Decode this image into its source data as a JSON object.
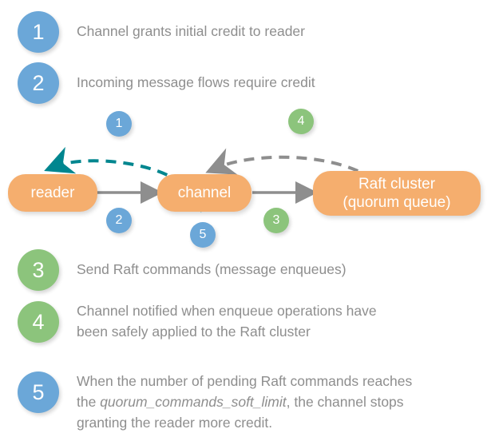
{
  "legend": {
    "top_items": [
      {
        "number": "1",
        "color_name": "blue",
        "text": "Channel grants initial credit to reader"
      },
      {
        "number": "2",
        "color_name": "blue",
        "text": "Incoming message flows require credit"
      }
    ],
    "bottom_items": [
      {
        "number": "3",
        "color_name": "green",
        "text": "Send Raft commands (message enqueues)"
      },
      {
        "number": "4",
        "color_name": "green",
        "text": "Channel notified when enqueue operations have\nbeen safely applied to the Raft cluster"
      },
      {
        "number": "5",
        "color_name": "blue",
        "text_before": "When the number of pending Raft commands reaches\nthe ",
        "text_italic": "quorum_commands_soft_limit",
        "text_after": ", the channel stops\ngranting the reader more credit."
      }
    ]
  },
  "diagram": {
    "nodes": [
      {
        "id": "reader",
        "label": "reader"
      },
      {
        "id": "channel",
        "label": "channel"
      },
      {
        "id": "raft",
        "label": "Raft cluster\n(quorum queue)"
      }
    ],
    "step_badges": [
      {
        "number": "1",
        "color_name": "blue",
        "describes": "credit-grant-arc"
      },
      {
        "number": "2",
        "color_name": "blue",
        "describes": "reader-to-channel-arrow"
      },
      {
        "number": "3",
        "color_name": "green",
        "describes": "channel-to-raft-arrow"
      },
      {
        "number": "4",
        "color_name": "green",
        "describes": "raft-to-channel-arc"
      },
      {
        "number": "5",
        "color_name": "blue",
        "describes": "channel-soft-limit"
      }
    ],
    "connectors": [
      {
        "name": "credit-grant-arc",
        "from": "channel",
        "to": "reader",
        "style": "dashed",
        "color_name": "teal"
      },
      {
        "name": "reader-to-channel-arrow",
        "from": "reader",
        "to": "channel",
        "style": "solid",
        "color_name": "gray"
      },
      {
        "name": "channel-to-raft-arrow",
        "from": "channel",
        "to": "raft",
        "style": "solid",
        "color_name": "gray"
      },
      {
        "name": "raft-to-channel-arc",
        "from": "raft",
        "to": "channel",
        "style": "dashed",
        "color_name": "gray"
      }
    ]
  },
  "colors": {
    "blue": "#6ba7d8",
    "green": "#8cc47c",
    "orange": "#f5ae6e",
    "teal": "#00868f",
    "gray": "#8e8e8e",
    "text_gray": "#8e8e8e",
    "white": "#ffffff"
  }
}
